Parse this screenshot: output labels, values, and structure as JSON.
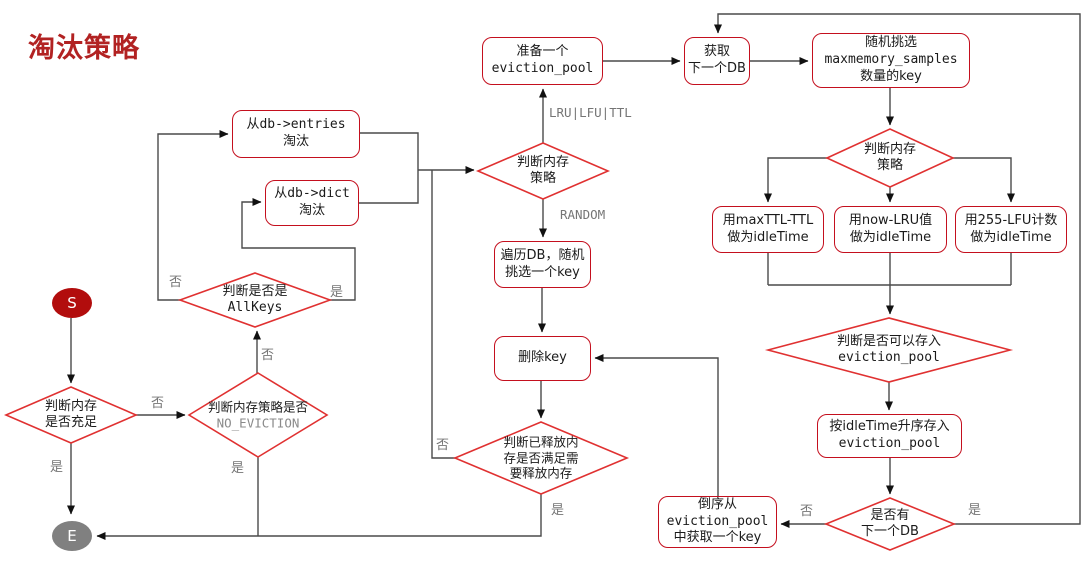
{
  "title": "淘汰策略",
  "colors": {
    "title": "#b22222",
    "node_border": "#c40f1e",
    "diamond_border": "#e03131",
    "start_fill": "#b20d0d",
    "end_fill": "#808080",
    "line": "#4a4a4a",
    "arrow": "#111111",
    "edge_label": "#757575",
    "code_muted": "#8a8a8a"
  },
  "terminals": {
    "start": "S",
    "end": "E"
  },
  "nodes": {
    "prepare_pool": {
      "lines": [
        "准备一个",
        "eviction_pool"
      ]
    },
    "get_next_db": {
      "lines": [
        "获取",
        "下一个DB"
      ]
    },
    "random_pick": {
      "lines": [
        "随机挑选",
        "maxmemory_samples",
        "数量的key"
      ]
    },
    "entries_evict": {
      "lines": [
        "从db->entries",
        "淘汰"
      ]
    },
    "dict_evict": {
      "lines": [
        "从db->dict",
        "淘汰"
      ]
    },
    "traverse_db": {
      "lines": [
        "遍历DB，随机",
        "挑选一个key"
      ]
    },
    "delete_key": {
      "lines": [
        "删除key"
      ]
    },
    "idle_ttl": {
      "lines": [
        "用maxTTL-TTL",
        "做为idleTime"
      ]
    },
    "idle_lru": {
      "lines": [
        "用now-LRU值",
        "做为idleTime"
      ]
    },
    "idle_lfu": {
      "lines": [
        "用255-LFU计数",
        "做为idleTime"
      ]
    },
    "asc_store": {
      "lines": [
        "按idleTime升序存入",
        "eviction_pool"
      ]
    },
    "reverse_get": {
      "lines": [
        "倒序从",
        "eviction_pool",
        "中获取一个key"
      ]
    }
  },
  "decisions": {
    "mem_policy_mid": {
      "lines": [
        "判断内存",
        "策略"
      ]
    },
    "allkeys": {
      "lines": [
        "判断是否是",
        "AllKeys"
      ]
    },
    "mem_enough": {
      "lines": [
        "判断内存",
        "是否充足"
      ]
    },
    "no_eviction": {
      "lines": [
        "判断内存策略是否",
        "NO_EVICTION"
      ]
    },
    "released_enough": {
      "lines": [
        "判断已释放内",
        "存是否满足需",
        "要释放内存"
      ]
    },
    "mem_policy_right": {
      "lines": [
        "判断内存",
        "策略"
      ]
    },
    "can_store_pool": {
      "lines": [
        "判断是否可以存入",
        "eviction_pool"
      ]
    },
    "has_next_db": {
      "lines": [
        "是否有",
        "下一个DB"
      ]
    }
  },
  "edge_labels": {
    "yes": "是",
    "no": "否",
    "lru_lfu_ttl": "LRU|LFU|TTL",
    "random": "RANDOM"
  }
}
